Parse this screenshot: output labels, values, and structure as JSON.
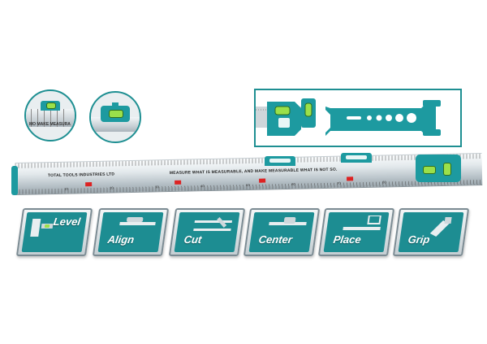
{
  "zoom_left": {
    "text": "MO MAKE MEASURA"
  },
  "ruler": {
    "company": "TOTAL TOOLS INDUSTRIES LTD",
    "slogan": "MEASURE WHAT IS MEASURABLE, AND MAKE MEASURABLE WHAT IS NOT SO.",
    "numbers": [
      "10",
      "20",
      "30",
      "40",
      "50",
      "60",
      "70",
      "80",
      "90"
    ]
  },
  "functions": [
    {
      "label": "Level",
      "icon": "level-icon"
    },
    {
      "label": "Align",
      "icon": "align-icon"
    },
    {
      "label": "Cut",
      "icon": "cut-icon"
    },
    {
      "label": "Center",
      "icon": "center-icon"
    },
    {
      "label": "Place",
      "icon": "place-icon"
    },
    {
      "label": "Grip",
      "icon": "grip-icon"
    }
  ],
  "colors": {
    "accent": "#1d9aa0",
    "rail": "#c9d1d6",
    "vial": "#9be04a",
    "mark": "#d22222"
  }
}
